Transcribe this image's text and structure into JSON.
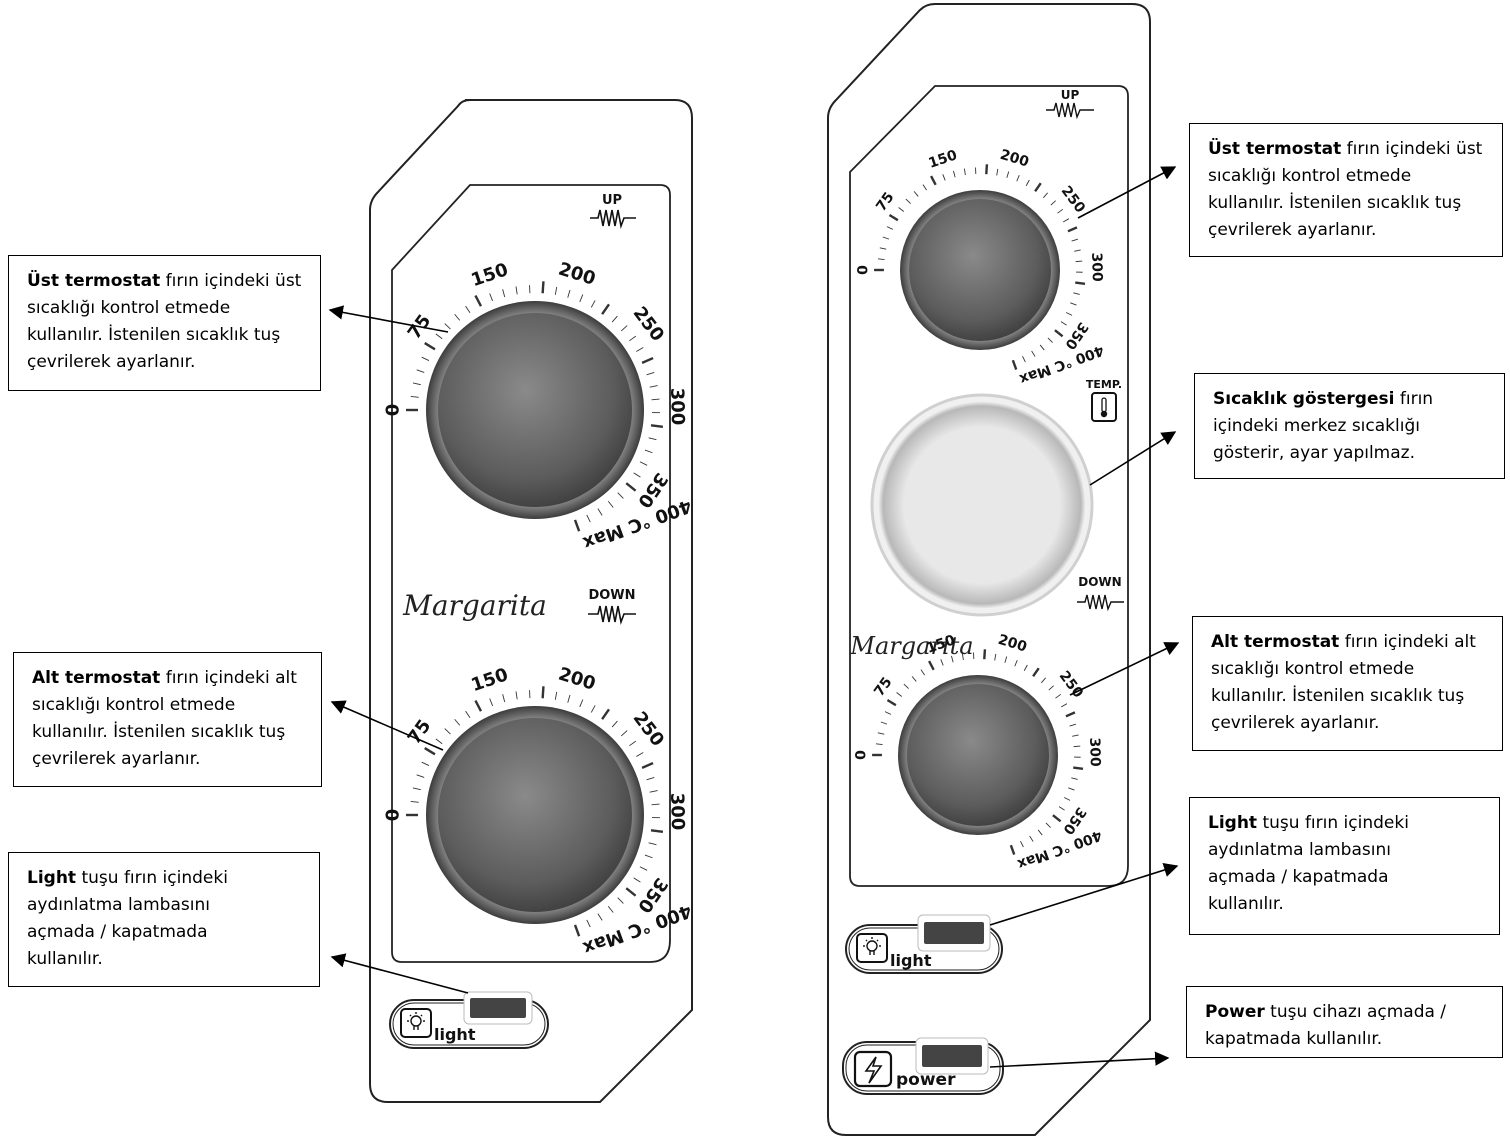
{
  "brand": "Margarita",
  "panel_labels": {
    "up": "UP",
    "down": "DOWN",
    "temp": "TEMP.",
    "light": "light",
    "power": "power"
  },
  "dial": {
    "ticks": [
      "0",
      "75",
      "150",
      "200",
      "250",
      "300",
      "350",
      "400 °C Max"
    ]
  },
  "callouts": {
    "left_upper": {
      "title": "Üst termostat",
      "body": " fırın içindeki üst sıcaklığı kontrol etmede kullanılır. İstenilen sıcaklık tuş çevrilerek ayarlanır."
    },
    "left_lower": {
      "title": "Alt termostat",
      "body": " fırın içindeki alt sıcaklığı kontrol etmede kullanılır. İstenilen sıcaklık tuş çevrilerek ayarlanır."
    },
    "left_light": {
      "title": "Light",
      "body": " tuşu fırın içindeki aydınlatma lambasını açmada / kapatmada kullanılır."
    },
    "right_upper": {
      "title": "Üst termostat",
      "body": " fırın içindeki üst sıcaklığı kontrol etmede kullanılır. İstenilen sıcaklık tuş çevrilerek ayarlanır."
    },
    "right_gauge": {
      "title": "Sıcaklık göstergesi",
      "body": " fırın içindeki merkez sıcaklığı gösterir, ayar yapılmaz."
    },
    "right_lower": {
      "title": "Alt termostat",
      "body": " fırın içindeki alt sıcaklığı kontrol etmede kullanılır. İstenilen sıcaklık tuş çevrilerek ayarlanır."
    },
    "right_light": {
      "title": "Light",
      "body": " tuşu fırın içindeki aydınlatma lambasını açmada / kapatmada kullanılır."
    },
    "right_power": {
      "title": "Power",
      "body": " tuşu cihazı açmada / kapatmada kullanılır."
    }
  },
  "icons": [
    "bulb-icon",
    "lightning-icon",
    "thermometer-icon",
    "heating-coil-icon"
  ]
}
